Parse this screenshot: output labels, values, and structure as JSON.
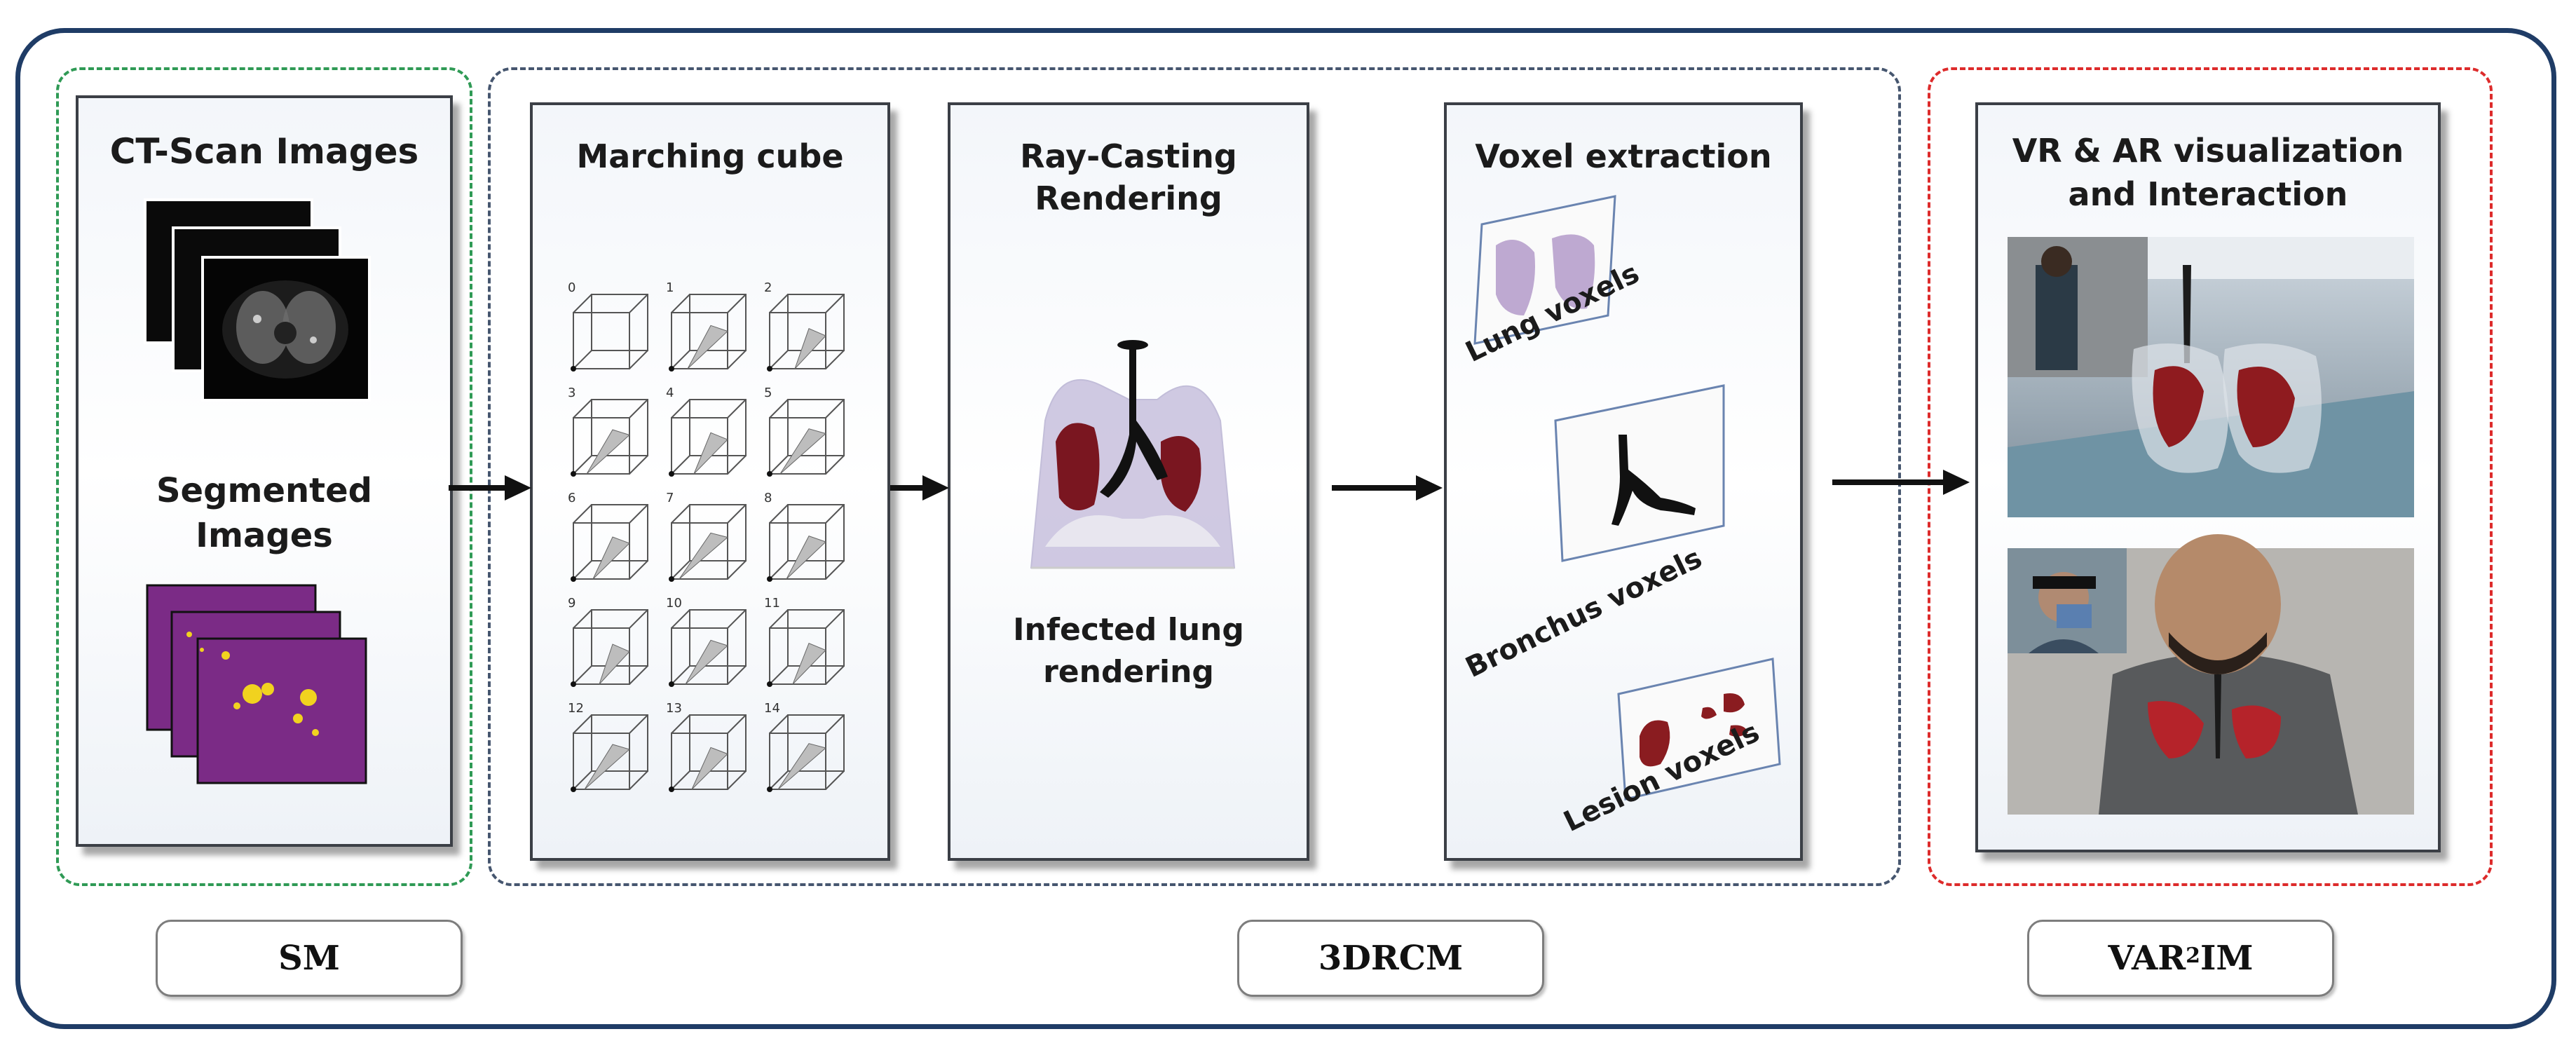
{
  "sm": {
    "ct_title": "CT-Scan Images",
    "seg_title_1": "Segmented",
    "seg_title_2": "Images",
    "label": "SM"
  },
  "drcm": {
    "marching_title": "Marching cube",
    "cube_numbers": [
      "0",
      "1",
      "2",
      "3",
      "4",
      "5",
      "6",
      "7",
      "8",
      "9",
      "10",
      "11",
      "12",
      "13",
      "14"
    ],
    "raycast_title_1": "Ray-Casting",
    "raycast_title_2": "Rendering",
    "raycast_caption_1": "Infected lung",
    "raycast_caption_2": "rendering",
    "voxel_title": "Voxel extraction",
    "lung_voxels": "Lung voxels",
    "bronchus_voxels": "Bronchus voxels",
    "lesion_voxels": "Lesion voxels",
    "label": "3DRCM"
  },
  "var": {
    "title_1": "VR & AR visualization",
    "title_2": "and Interaction",
    "label_pre": "VAR",
    "label_sup": "2",
    "label_post": "IM"
  },
  "colors": {
    "sm_border": "#2f9a55",
    "drcm_border": "#46566f",
    "var_border": "#dd2b2b",
    "outer_border": "#1f3c66"
  }
}
